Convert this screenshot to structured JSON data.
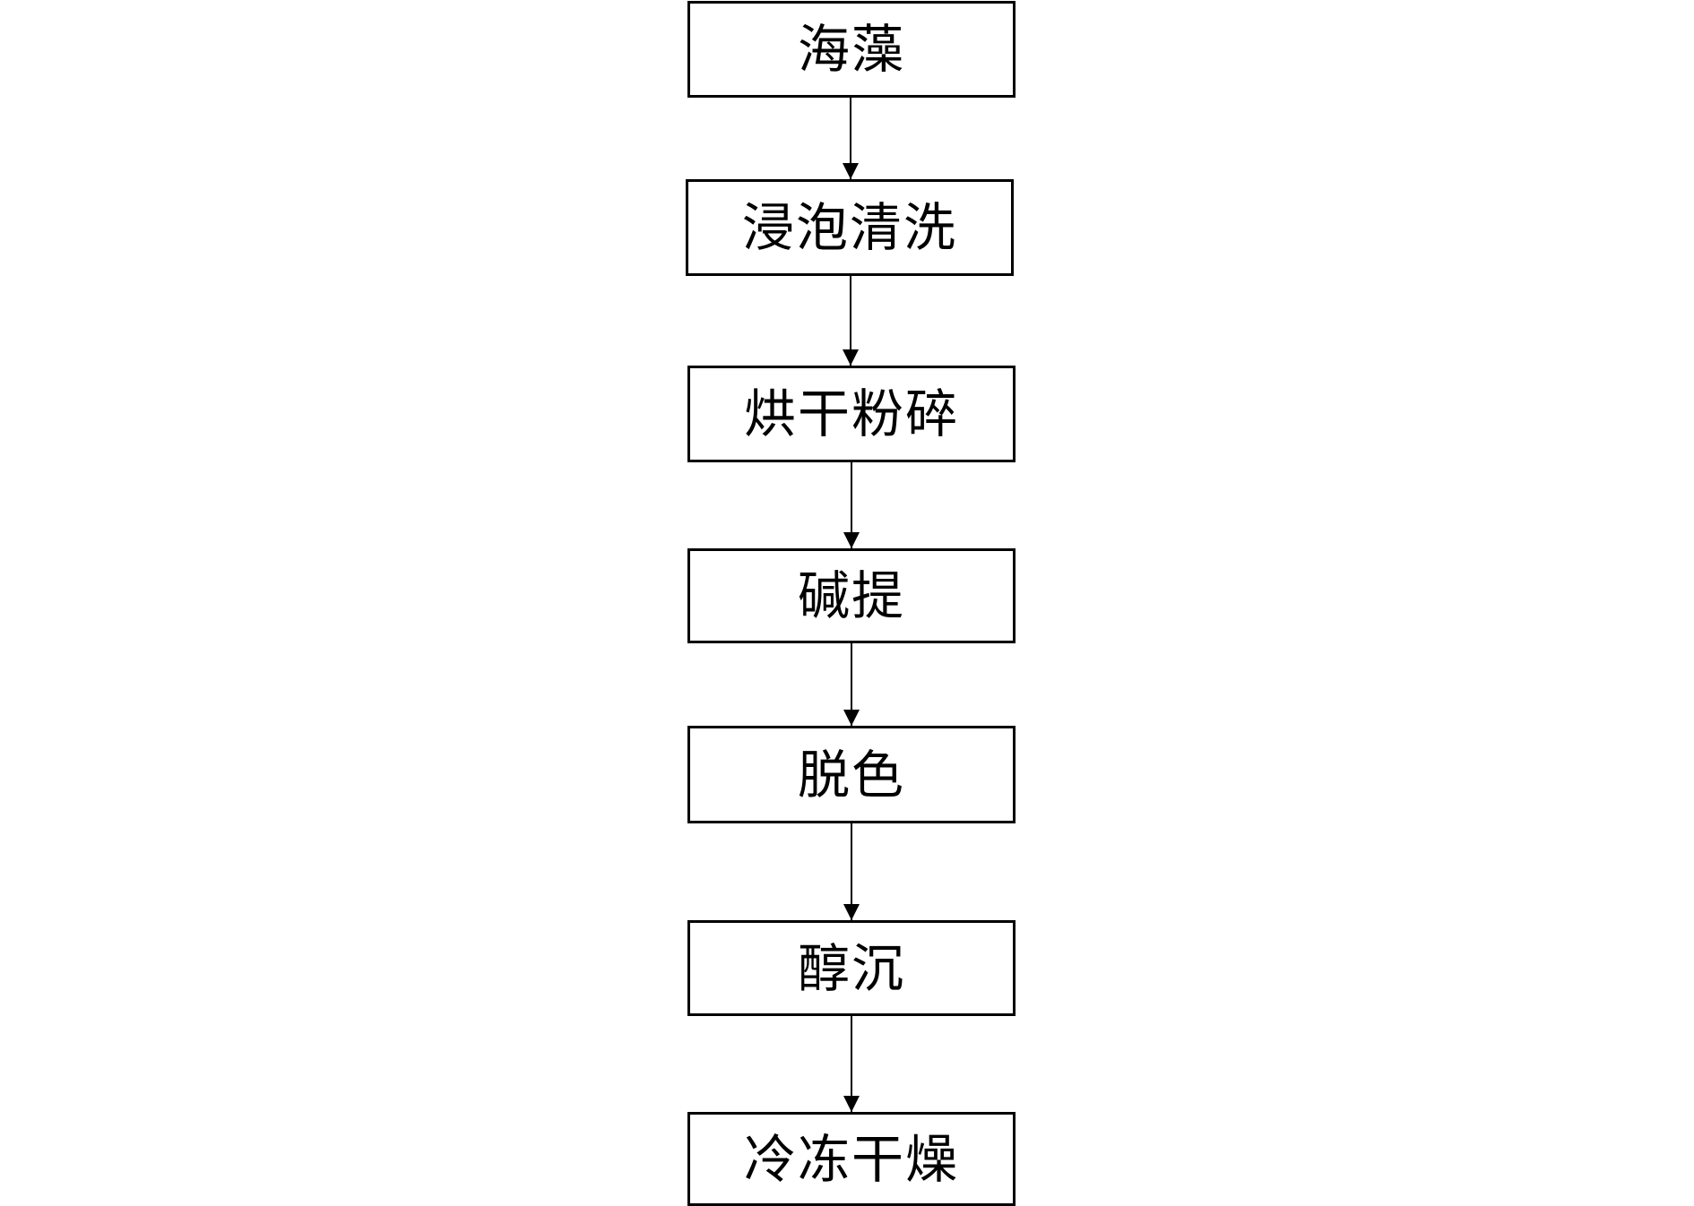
{
  "flowchart": {
    "steps": [
      {
        "label": "海藻"
      },
      {
        "label": "浸泡清洗"
      },
      {
        "label": "烘干粉碎"
      },
      {
        "label": "碱提"
      },
      {
        "label": "脱色"
      },
      {
        "label": "醇沉"
      },
      {
        "label": "冷冻干燥"
      }
    ],
    "connectors": [
      {
        "from": "海藻",
        "to": "浸泡清洗"
      },
      {
        "from": "浸泡清洗",
        "to": "烘干粉碎"
      },
      {
        "from": "烘干粉碎",
        "to": "碱提"
      },
      {
        "from": "碱提",
        "to": "脱色"
      },
      {
        "from": "脱色",
        "to": "醇沉"
      },
      {
        "from": "醇沉",
        "to": "冷冻干燥"
      }
    ],
    "colors": {
      "stroke": "#000000",
      "fill": "#ffffff",
      "text": "#000000"
    }
  }
}
